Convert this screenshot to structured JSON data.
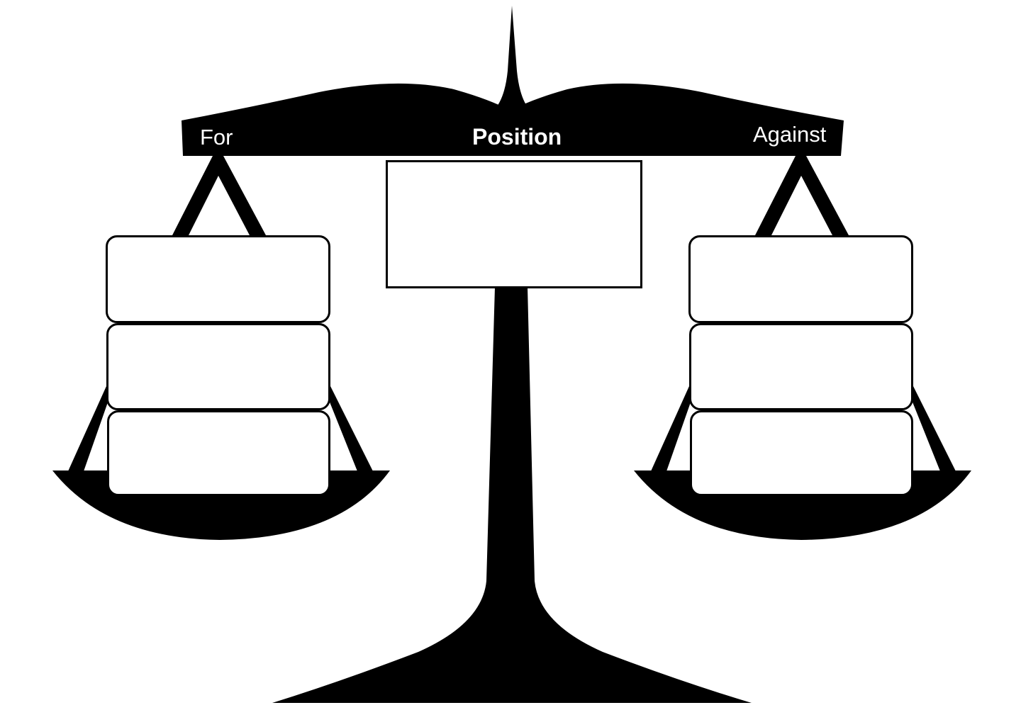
{
  "labels": {
    "for": "For",
    "position": "Position",
    "against": "Against"
  },
  "boxes": {
    "position": "",
    "for": [
      "",
      "",
      ""
    ],
    "against": [
      "",
      "",
      ""
    ]
  },
  "colors": {
    "scale": "#000000",
    "label_text": "#ffffff",
    "box_fill": "#ffffff"
  }
}
